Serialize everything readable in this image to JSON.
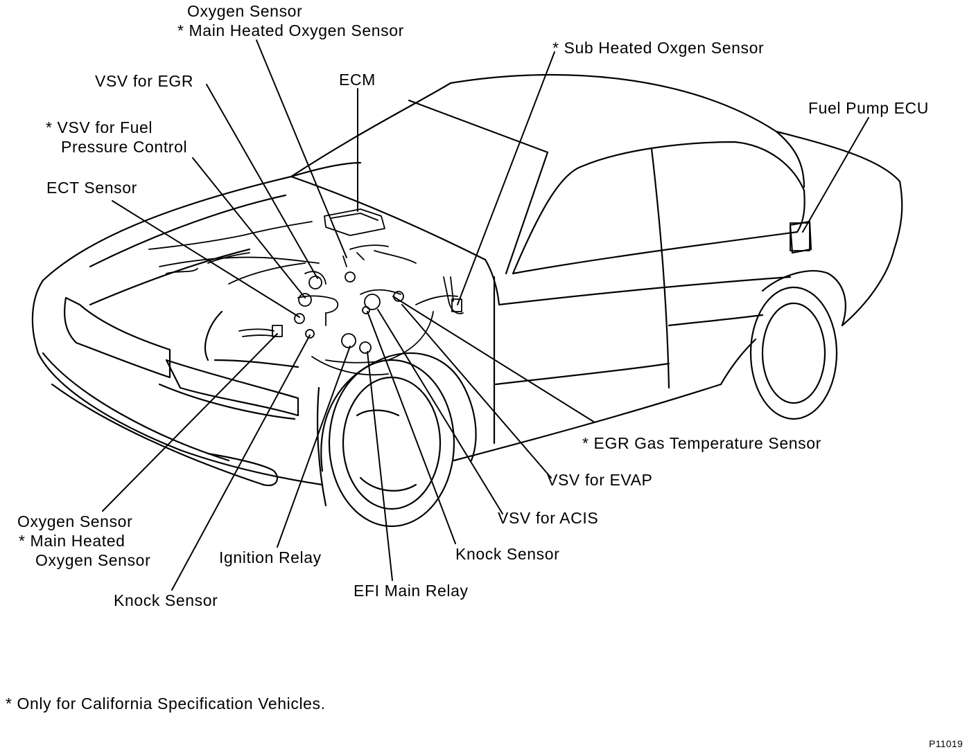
{
  "labels": {
    "oxygen_sensor_top": [
      "Oxygen Sensor",
      "* Main Heated Oxygen Sensor"
    ],
    "sub_heated_oxygen_sensor": "* Sub Heated Oxgen Sensor",
    "vsv_egr": "VSV for EGR",
    "ecm": "ECM",
    "fuel_pump_ecu": "Fuel Pump ECU",
    "vsv_fuel_pressure": [
      "* VSV for Fuel",
      "Pressure Control"
    ],
    "ect_sensor": "ECT Sensor",
    "egr_gas_temp_sensor": "* EGR Gas Temperature Sensor",
    "vsv_evap": "VSV for EVAP",
    "vsv_acis": "VSV for ACIS",
    "oxygen_sensor_left": [
      "Oxygen Sensor",
      "* Main Heated",
      "Oxygen Sensor"
    ],
    "ignition_relay": "Ignition Relay",
    "knock_sensor_right": "Knock Sensor",
    "efi_main_relay": "EFI Main Relay",
    "knock_sensor_left": "Knock Sensor"
  },
  "footnote": "* Only for California Specification Vehicles.",
  "figure_code": "P11019",
  "colors": {
    "line": "#000000",
    "background": "#ffffff"
  }
}
